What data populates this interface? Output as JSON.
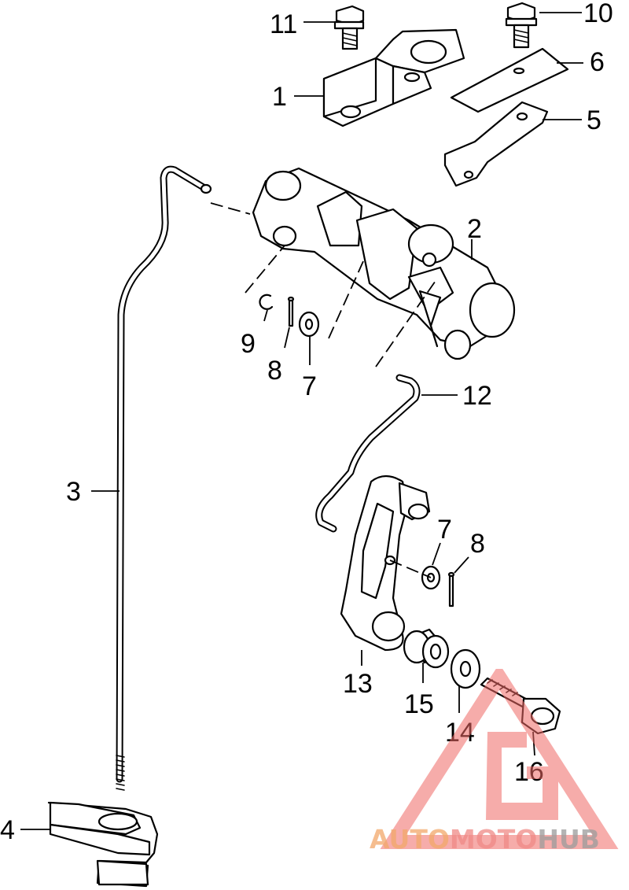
{
  "diagram": {
    "callouts": [
      {
        "id": "11",
        "label": "11"
      },
      {
        "id": "10",
        "label": "10"
      },
      {
        "id": "6",
        "label": "6"
      },
      {
        "id": "1",
        "label": "1"
      },
      {
        "id": "5",
        "label": "5"
      },
      {
        "id": "2",
        "label": "2"
      },
      {
        "id": "9",
        "label": "9"
      },
      {
        "id": "8a",
        "label": "8"
      },
      {
        "id": "7a",
        "label": "7"
      },
      {
        "id": "12",
        "label": "12"
      },
      {
        "id": "3",
        "label": "3"
      },
      {
        "id": "7b",
        "label": "7"
      },
      {
        "id": "8b",
        "label": "8"
      },
      {
        "id": "13",
        "label": "13"
      },
      {
        "id": "15",
        "label": "15"
      },
      {
        "id": "14",
        "label": "14"
      },
      {
        "id": "16",
        "label": "16"
      },
      {
        "id": "4",
        "label": "4"
      }
    ]
  },
  "watermark": {
    "brand_a": "AUTO",
    "brand_b": "MOTO",
    "brand_c": "HUB",
    "colors": {
      "triangle": "#f06a66",
      "auto": "#f2a86a",
      "moto": "#f08a86",
      "hub": "#9c9c9c"
    }
  }
}
